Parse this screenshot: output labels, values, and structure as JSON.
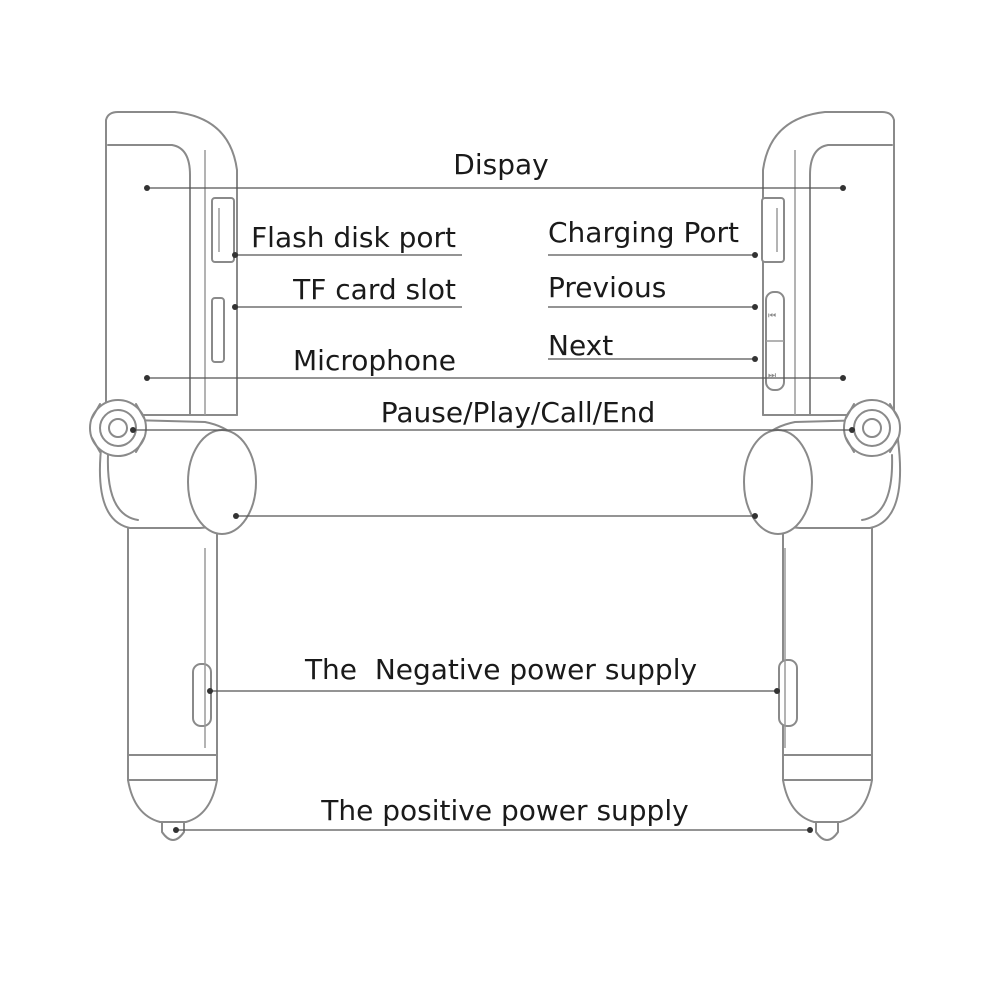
{
  "labels": {
    "display": "Dispay",
    "flash_disk_port": "Flash disk port",
    "tf_card_slot": "TF card slot",
    "microphone": "Microphone",
    "charging_port": "Charging Port",
    "previous": "Previous",
    "next": "Next",
    "pause_play": "Pause/Play/Call/End",
    "negative_supply": "The  Negative power supply",
    "positive_supply": "The positive power supply"
  },
  "colors": {
    "outline": "#8a8a8a",
    "leader_line": "#555555",
    "text": "#1a1a1a"
  }
}
